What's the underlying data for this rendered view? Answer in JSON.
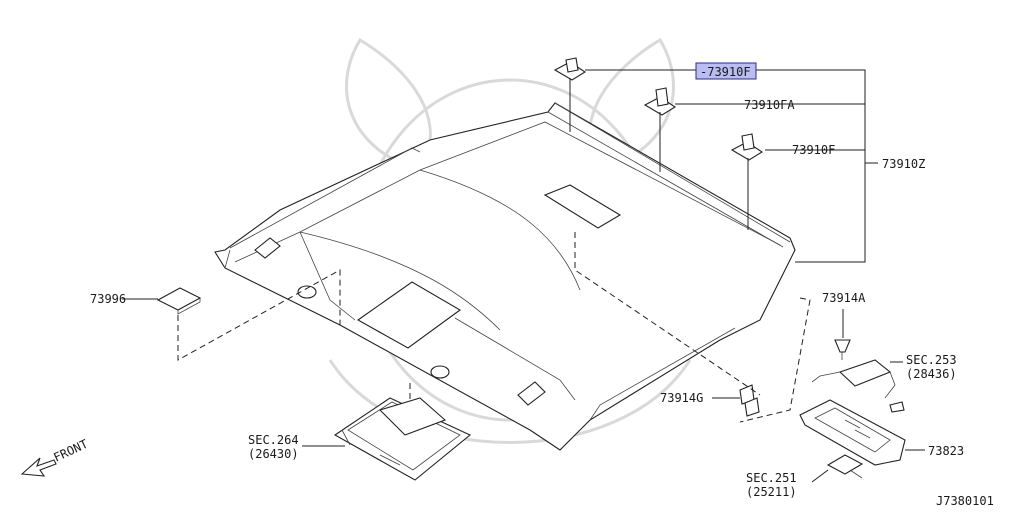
{
  "labels": {
    "p73910F_top": "-73910F",
    "p73910FA": "73910FA",
    "p73910F": "73910F",
    "p73910Z": "73910Z",
    "p73996": "73996",
    "p73914A": "73914A",
    "sec253": "SEC.253",
    "sec253_sub": "(28436)",
    "p73914G": "73914G",
    "sec264": "SEC.264",
    "sec264_sub": "(26430)",
    "p73823": "73823",
    "sec251": "SEC.251",
    "sec251_sub": "(25211)",
    "front": "FRONT",
    "diagram_id": "J7380101"
  },
  "colors": {
    "highlight": "#b9bdf0",
    "line": "#222222",
    "watermark": "#d9d9d9"
  }
}
